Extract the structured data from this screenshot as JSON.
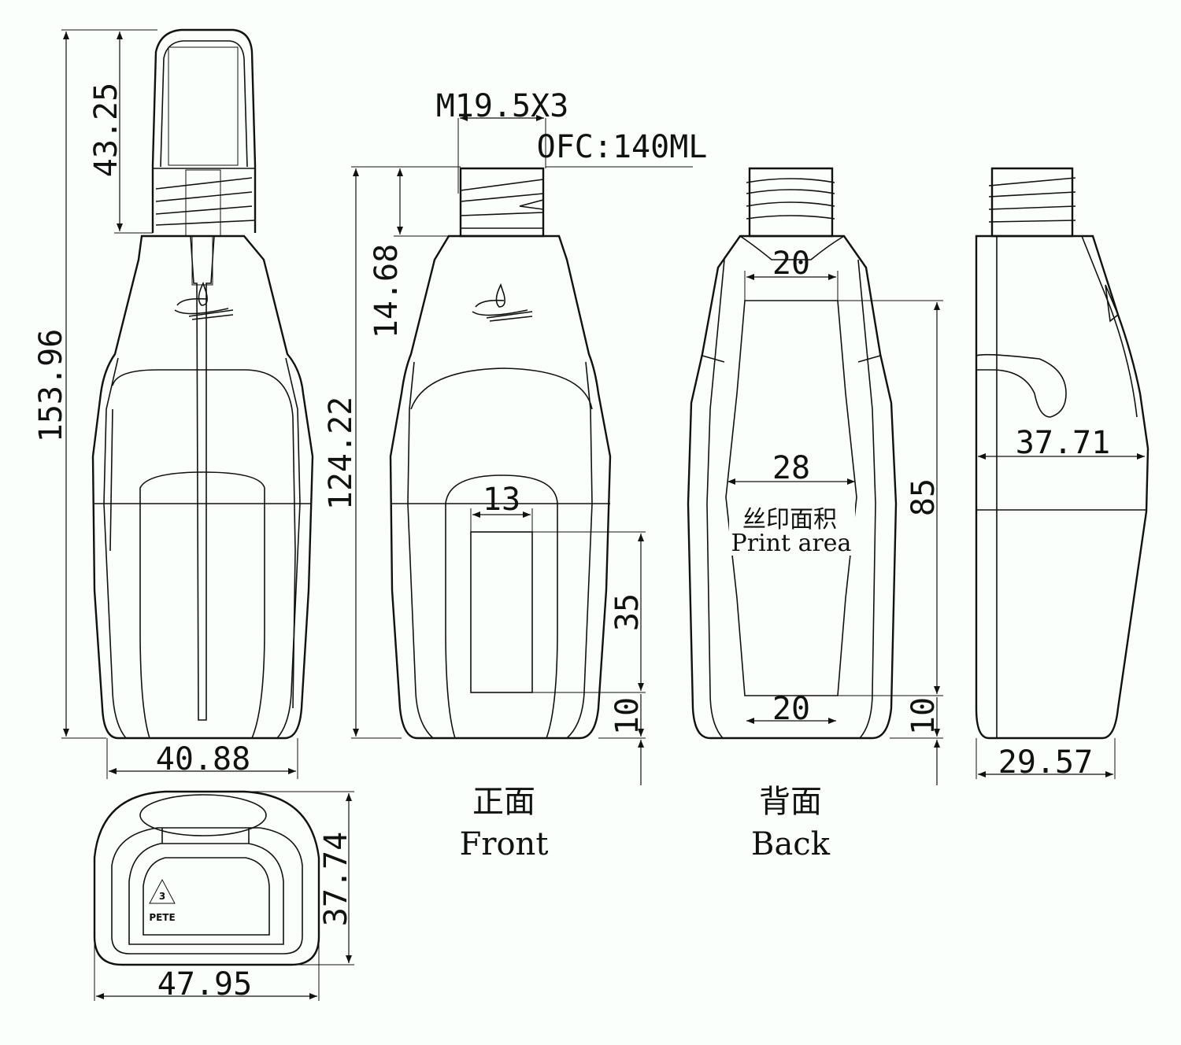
{
  "dimensions": {
    "total_height": "153.96",
    "cap_height": "43.25",
    "body_width": "40.88",
    "front_body_height": "124.22",
    "neck_height": "14.68",
    "thread": "M19.5X3",
    "capacity": "OFC:140ML",
    "front_print_width": "13",
    "front_print_height": "35",
    "front_bottom_offset": "10",
    "back_top_width": "20",
    "back_mid_width": "28",
    "back_bottom_width": "20",
    "back_print_height": "85",
    "back_bottom_offset": "10",
    "side_depth_top": "37.71",
    "side_depth_bottom": "29.57",
    "base_depth": "37.74",
    "base_width": "47.95"
  },
  "labels": {
    "front_cn": "正面",
    "front_en": "Front",
    "back_cn": "背面",
    "back_en": "Back",
    "print_area_cn": "丝印面积",
    "print_area_en": "Print area",
    "recycle_number": "3",
    "recycle_material": "PETE"
  }
}
